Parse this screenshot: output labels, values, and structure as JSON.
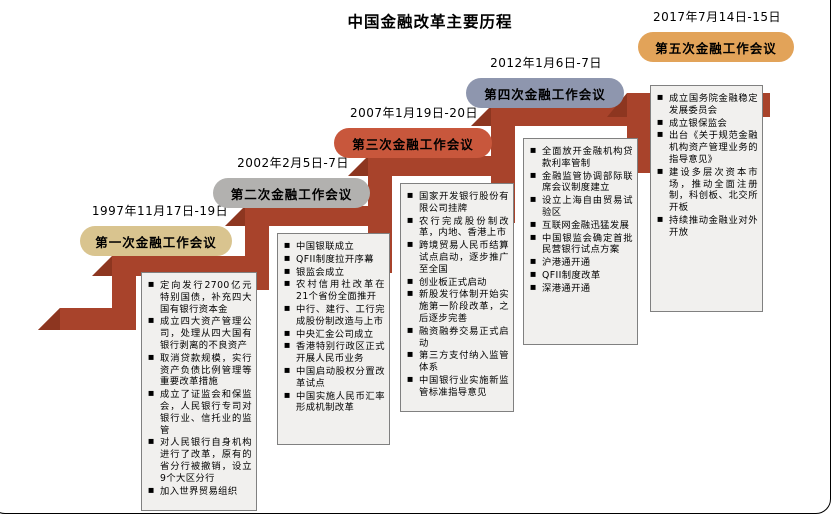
{
  "title": "中国金融改革主要历程",
  "colors": {
    "staircase": "#a8432b",
    "staircase_fold": "#8d3620",
    "box_background": "#f1f0ee",
    "box_border": "#808080"
  },
  "steps": [
    {
      "date": "1997年11月17日-19日",
      "label": "第一次金融工作会议",
      "color": "#d9c48f",
      "items": [
        "定向发行2700亿元特别国债，补充四大国有银行资本金",
        "成立四大资产管理公司，处理从四大国有银行剥离的不良资产",
        "取消贷款规模，实行资产负债比例管理等重要改革措施",
        "成立了证监会和保监会，人民银行专司对银行业、信托业的监管",
        "对人民银行自身机构进行了改革，原有的省分行被撤销，设立9个大区分行",
        "加入世界贸易组织"
      ]
    },
    {
      "date": "2002年2月5日-7日",
      "label": "第二次金融工作会议",
      "color": "#b2b1af",
      "items": [
        "中国银联成立",
        "QFII制度拉开序幕",
        "银监会成立",
        "农村信用社改革在21个省份全面推开",
        "中行、建行、工行完成股份制改造与上市",
        "中央汇金公司成立",
        "香港特别行政区正式开展人民币业务",
        "中国启动股权分置改革试点",
        "中国实施人民币汇率形成机制改革"
      ]
    },
    {
      "date": "2007年1月19日-20日",
      "label": "第三次金融工作会议",
      "color": "#c8573c",
      "items": [
        "国家开发银行股份有限公司挂牌",
        "农行完成股份制改革，内地、香港上市",
        "跨境贸易人民币结算试点启动，逐步推广至全国",
        "创业板正式启动",
        "新股发行体制开始实施第一阶段改革，之后逐步完善",
        "融资融券交易正式启动",
        "第三方支付纳入监管体系",
        "中国银行业实施新监管标准指导意见"
      ]
    },
    {
      "date": "2012年1月6日-7日",
      "label": "第四次金融工作会议",
      "color": "#8e96ae",
      "items": [
        "全面放开金融机构贷款利率管制",
        "金融监管协调部际联席会议制度建立",
        "设立上海自由贸易试验区",
        "互联网金融迅猛发展",
        "中国银监会确定首批民营银行试点方案",
        "沪港通开通",
        "QFII制度改革",
        "深港通开通"
      ]
    },
    {
      "date": "2017年7月14日-15日",
      "label": "第五次金融工作会议",
      "color": "#e2a359",
      "items": [
        "成立国务院金融稳定发展委员会",
        "成立银保监会",
        "出台《关于规范金融机构资产管理业务的指导意见》",
        "建设多层次资本市场，推动全面注册制，科创板、北交所开板",
        "持续推动金融业对外开放"
      ]
    }
  ]
}
